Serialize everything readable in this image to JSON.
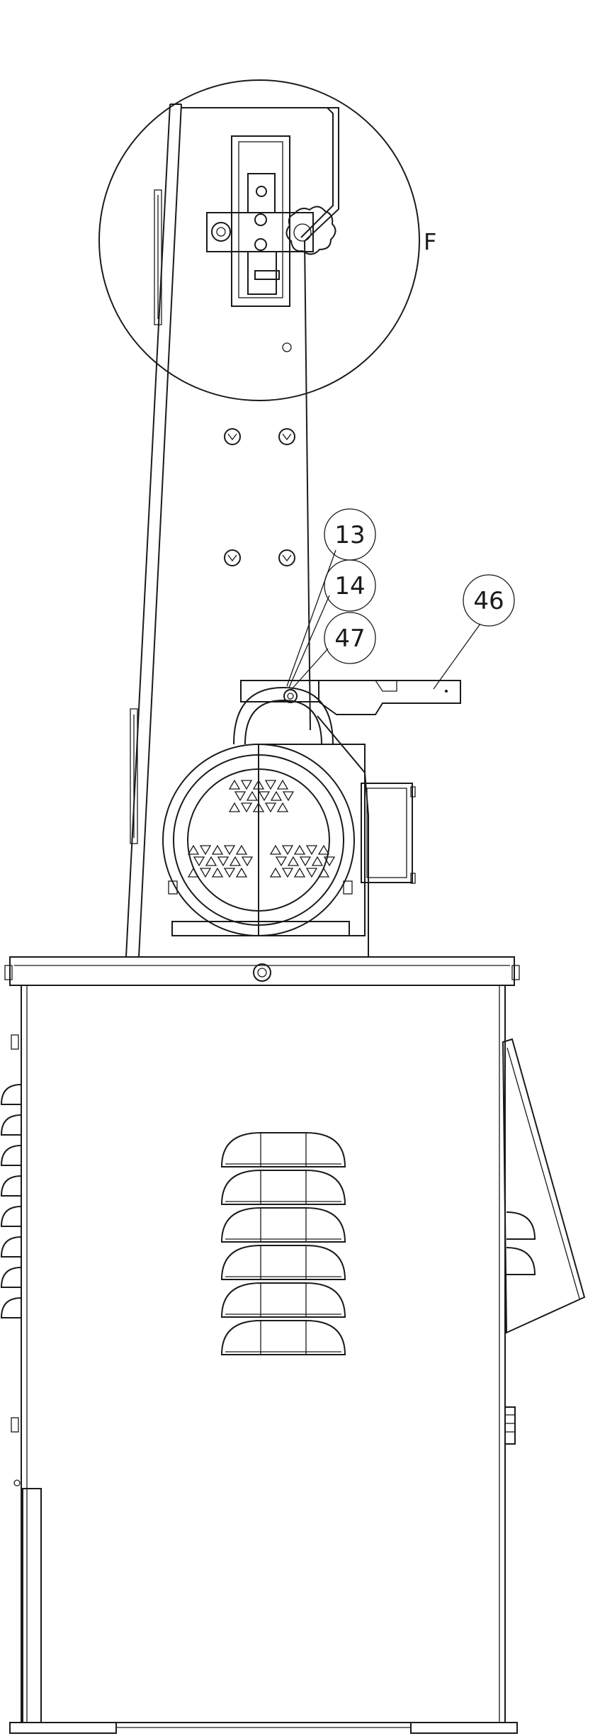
{
  "detail_view": {
    "label": "F"
  },
  "callouts": [
    {
      "id": "13",
      "label": "13"
    },
    {
      "id": "14",
      "label": "14"
    },
    {
      "id": "47",
      "label": "47"
    },
    {
      "id": "46",
      "label": "46"
    }
  ]
}
